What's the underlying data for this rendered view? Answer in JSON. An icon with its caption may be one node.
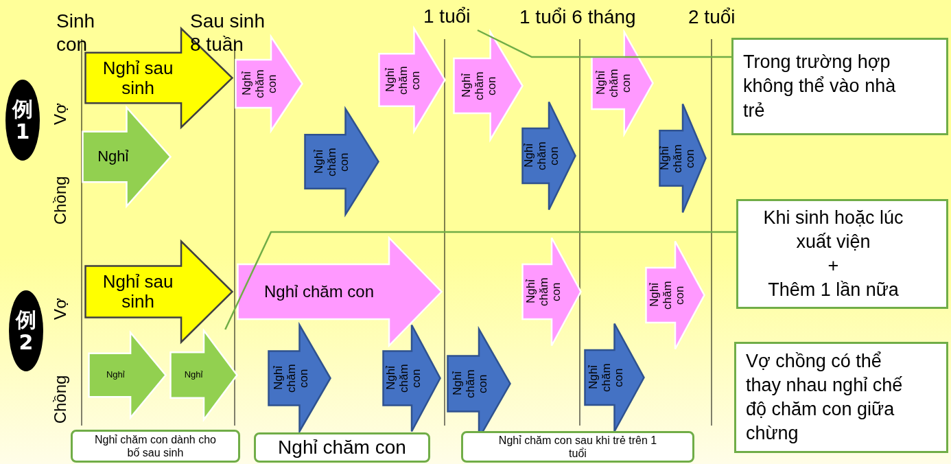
{
  "diagram": {
    "nodes": [
      {
        "text": [
          "例1"
        ]
      },
      {
        "text": [
          "1 tuổi"
        ]
      },
      {
        "text": [
          "Trong trường hợp không thể vào nhà trẻ"
        ]
      },
      {
        "text": [
          "Nghỉ sau sinh"
        ]
      },
      {
        "text": [
          "Nghỉ chăm con"
        ]
      },
      {
        "text": [
          "Nghỉ chăm con"
        ]
      },
      {
        "text": [
          "Nghỉ chăm con"
        ]
      },
      {
        "text": [
          "Nghỉ chăm con"
        ]
      },
      {
        "text": [
          "Nghỉ"
        ]
      },
      {
        "text": [
          "Nghỉ chăm con"
        ]
      },
      {
        "text": [
          "Nghỉ chăm con"
        ]
      },
      {
        "text": [
          "Nghỉ chăm con"
        ]
      },
      {
        "text": [
          "Khi sinh hoặc lúc xuất viện",
          "+",
          "Thêm 1 lần nữa"
        ]
      },
      {
        "text": [
          "例2"
        ]
      },
      {
        "text": [
          "Nghỉ sau sinh"
        ]
      },
      {
        "text": [
          "Nghỉ chăm con"
        ]
      },
      {
        "text": [
          "Nghỉ chăm con"
        ]
      },
      {
        "text": [
          "Nghỉ chăm con"
        ]
      },
      {
        "text": [
          "Nghỉ"
        ]
      },
      {
        "text": [
          "Nghỉ"
        ]
      },
      {
        "text": [
          "Nghỉ chăm con"
        ]
      },
      {
        "text": [
          "Nghỉ chăm con"
        ]
      },
      {
        "text": [
          "Nghỉ chăm con"
        ]
      },
      {
        "text": [
          "Nghỉ chăm con"
        ]
      },
      {
        "text": [
          "Vợ chồng có thể thay nhau nghỉ chế độ chăm con giữa chừng"
        ]
      },
      {
        "text": [
          "Nghỉ chăm con dành cho bố sau sinh"
        ]
      },
      {
        "text": [
          "Nghỉ chăm con"
        ]
      },
      {
        "text": [
          "Nghỉ chăm con sau khi trẻ trên 1 tuổi"
        ]
      }
    ],
    "edges": [
      {
        "from": 2,
        "to": 1,
        "arrow": "none"
      },
      {
        "from": 12,
        "to": 19,
        "arrow": "none"
      }
    ],
    "labels": [
      "Sinh con",
      "Sau sinh 8 tuần",
      "1 tuổi 6 tháng",
      "2 tuổi",
      "Vợ",
      "Chồng",
      "Vợ",
      "Chồng"
    ]
  }
}
